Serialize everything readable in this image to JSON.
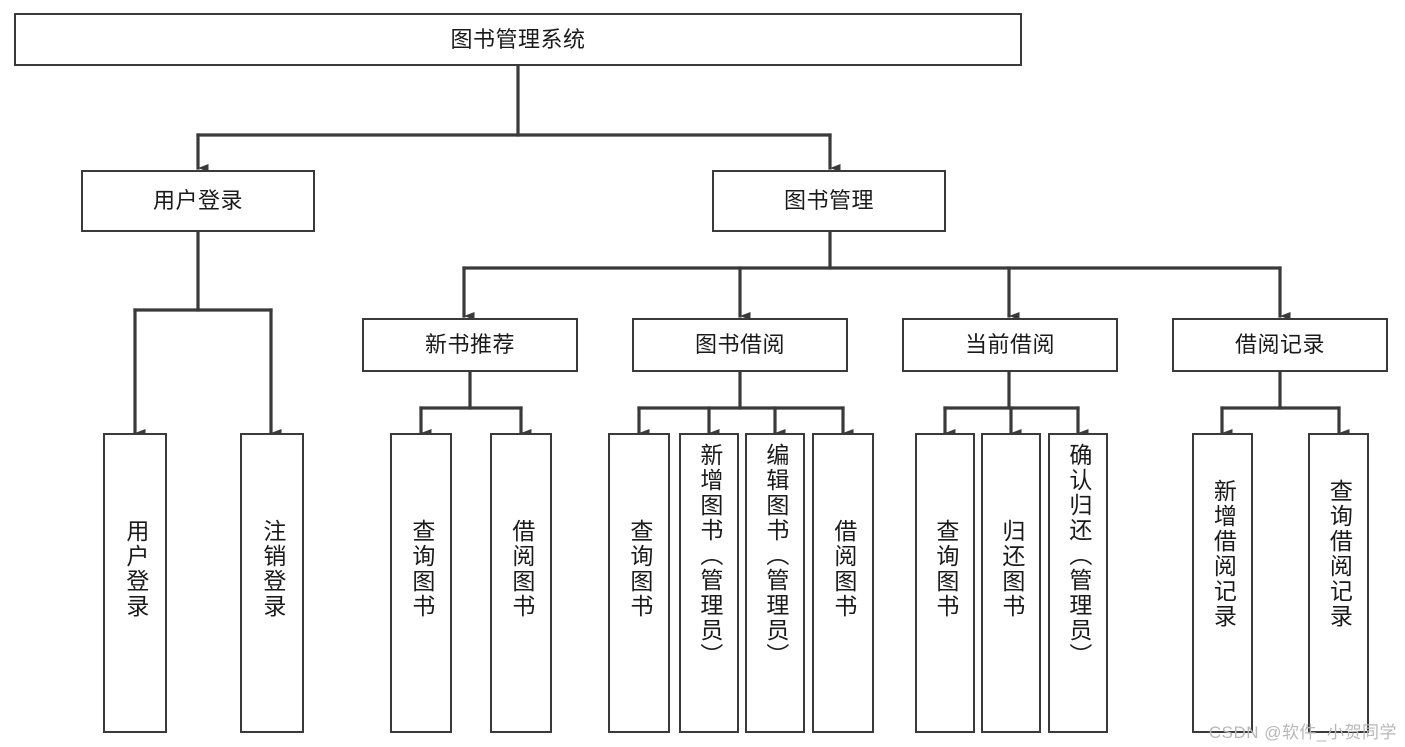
{
  "diagram": {
    "type": "tree",
    "title": "图书管理系统",
    "watermark": "CSDN @软件_小贺同学",
    "colors": {
      "box_border": "#3a3a3a",
      "box_fill": "#ffffff",
      "edge": "#3a3a3a",
      "text": "#1a1a1a",
      "watermark": "#b8b8b8"
    },
    "levels": {
      "root": {
        "label": "图书管理系统"
      },
      "level2": [
        {
          "label": "用户登录"
        },
        {
          "label": "图书管理"
        }
      ],
      "level3": [
        {
          "label": "新书推荐"
        },
        {
          "label": "图书借阅"
        },
        {
          "label": "当前借阅"
        },
        {
          "label": "借阅记录"
        }
      ],
      "leaves": [
        {
          "label": "用户登录",
          "parent": "用户登录"
        },
        {
          "label": "注销登录",
          "parent": "用户登录"
        },
        {
          "label": "查询图书",
          "parent": "新书推荐"
        },
        {
          "label": "借阅图书",
          "parent": "新书推荐"
        },
        {
          "label": "查询图书",
          "parent": "图书借阅"
        },
        {
          "label": "新增图书（管理员）",
          "parent": "图书借阅"
        },
        {
          "label": "编辑图书（管理员）",
          "parent": "图书借阅"
        },
        {
          "label": "借阅图书",
          "parent": "图书借阅"
        },
        {
          "label": "查询图书",
          "parent": "当前借阅"
        },
        {
          "label": "归还图书",
          "parent": "当前借阅"
        },
        {
          "label": "确认归还（管理员）",
          "parent": "当前借阅"
        },
        {
          "label": "新增借阅记录",
          "parent": "借阅记录"
        },
        {
          "label": "查询借阅记录",
          "parent": "借阅记录"
        }
      ]
    }
  }
}
